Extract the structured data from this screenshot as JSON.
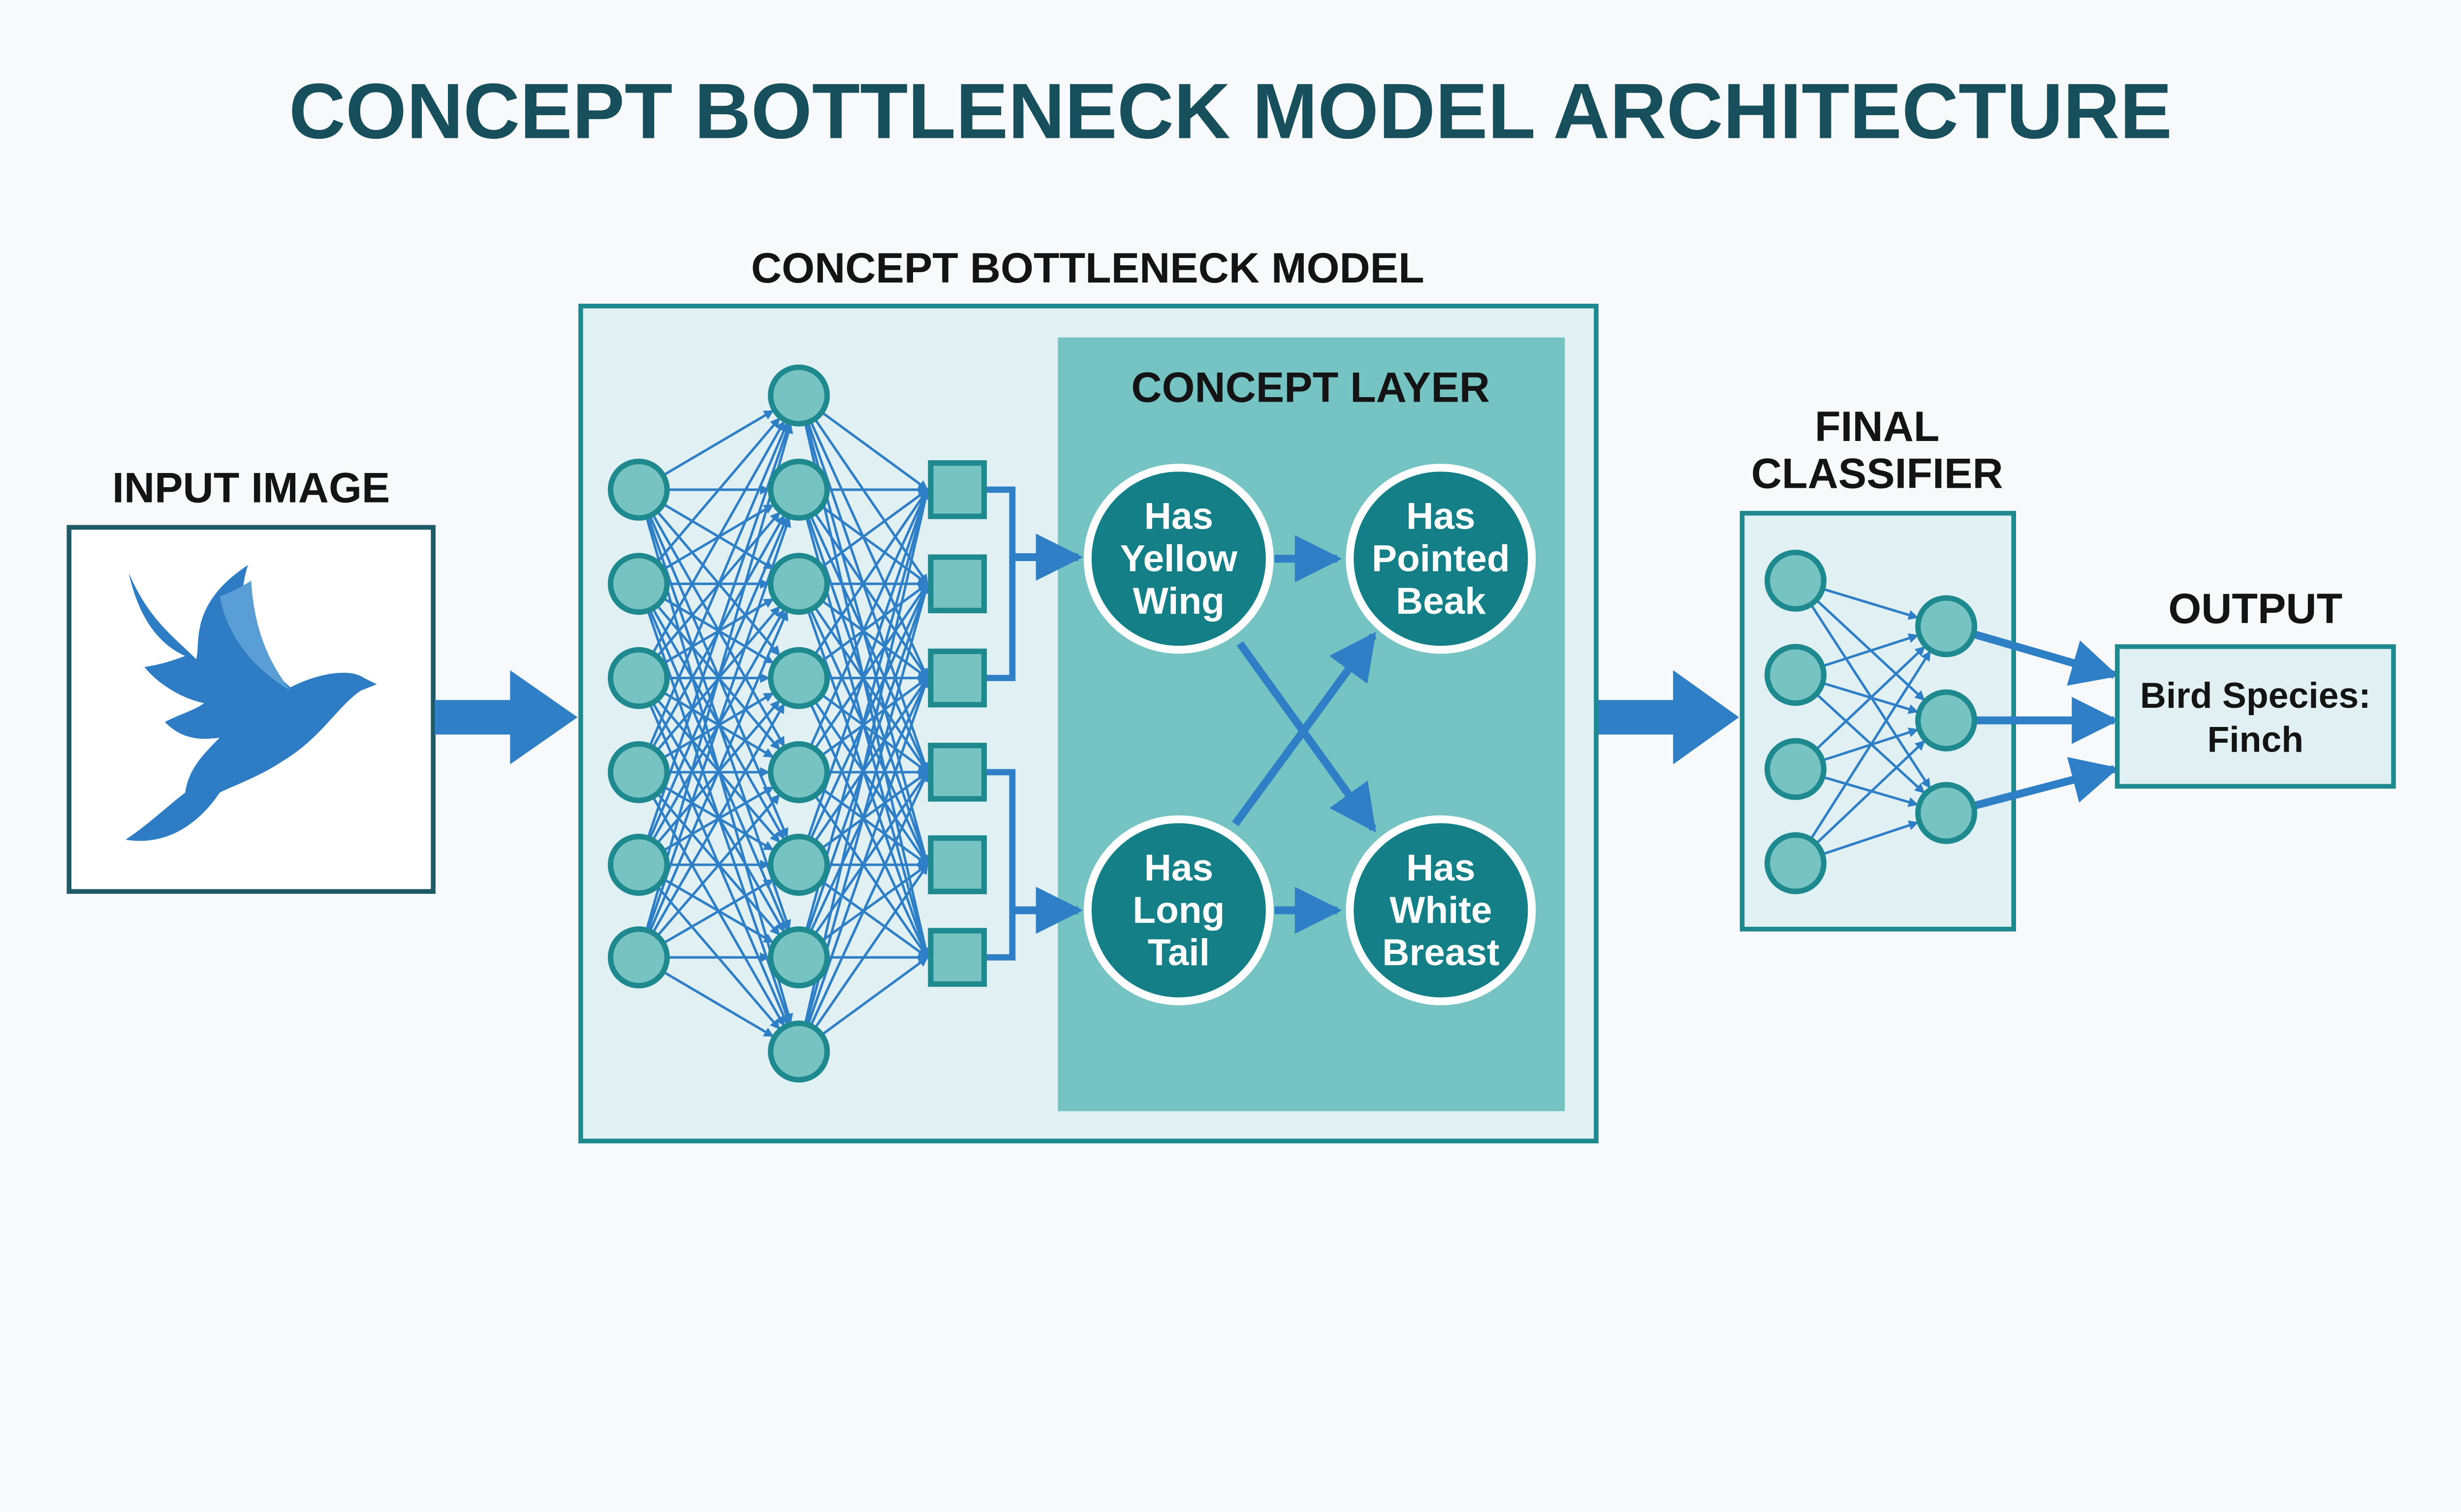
{
  "title": "CONCEPT BOTTLENECK MODEL ARCHITECTURE",
  "input": {
    "label": "INPUT IMAGE",
    "icon": "bird-icon"
  },
  "model": {
    "label": "CONCEPT BOTTLENECK MODEL",
    "concept_layer": {
      "label": "CONCEPT LAYER",
      "concepts": [
        {
          "lines": [
            "Has",
            "Yellow",
            "Wing"
          ]
        },
        {
          "lines": [
            "Has",
            "Pointed",
            "Beak"
          ]
        },
        {
          "lines": [
            "Has",
            "Long",
            "Tail"
          ]
        },
        {
          "lines": [
            "Has",
            "White",
            "Breast"
          ]
        }
      ]
    }
  },
  "classifier": {
    "label_lines": [
      "FINAL",
      "CLASSIFIER"
    ]
  },
  "output": {
    "label": "OUTPUT",
    "lines": [
      "Bird Species:",
      "Finch"
    ]
  },
  "colors": {
    "title": "#17505c",
    "arrow": "#2f7fc6",
    "node_fill": "#76c3c2",
    "node_stroke": "#1e8a8f",
    "concept_fill": "#147f86",
    "concept_layer_bg": "#76c3c4",
    "panel_bg": "#e1f0f3"
  }
}
